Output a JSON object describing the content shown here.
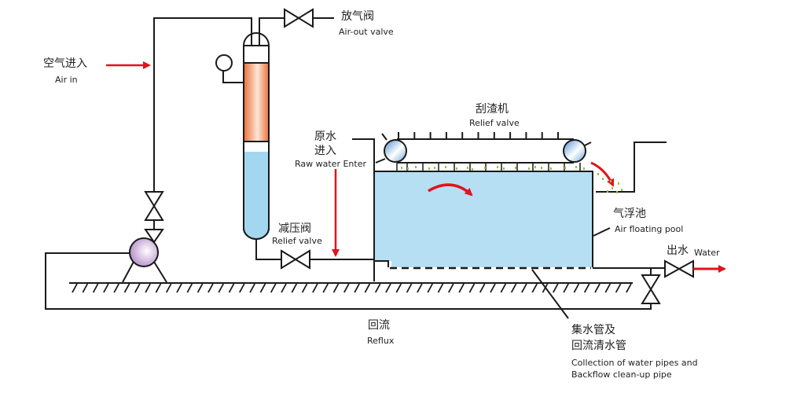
{
  "diagram": {
    "title": "Dissolved air flotation process",
    "colors": {
      "line": "#1a1a1a",
      "arrow": "#e0141c",
      "water": "#b7dff4",
      "tube_water": "#a3d7ef",
      "packing": "#e8703a",
      "pump": "#c9a8d8",
      "sludge": "#8dc63f"
    },
    "labels": {
      "air_in_zh": "空气进入",
      "air_in_en": "Air in",
      "air_out_zh": "放气阀",
      "air_out_en": "Air-out valve",
      "raw_water_zh_1": "原水",
      "raw_water_zh_2": "进入",
      "raw_water_en": "Raw water Enter",
      "scraper_zh": "刮渣机",
      "scraper_en": "Relief valve",
      "relief_zh": "减压阀",
      "relief_en": "Relief valve",
      "pool_zh": "气浮池",
      "pool_en": "Air floating pool",
      "outlet_zh": "出水",
      "outlet_en": "Water",
      "reflux_zh": "回流",
      "reflux_en": "Reflux",
      "collect_zh_1": "集水管及",
      "collect_zh_2": "回流清水管",
      "collect_en_1": "Collection of water pipes and",
      "collect_en_2": "Backflow clean-up pipe"
    },
    "components": [
      {
        "id": "air-inlet",
        "icon": "arrow-right-icon"
      },
      {
        "id": "air-out-valve",
        "icon": "gate-valve-icon"
      },
      {
        "id": "pressure-gauge",
        "icon": "gauge-icon"
      },
      {
        "id": "dissolved-air-tank",
        "icon": "tank-icon"
      },
      {
        "id": "circulation-pump",
        "icon": "pump-icon"
      },
      {
        "id": "relief-valve",
        "icon": "gate-valve-icon"
      },
      {
        "id": "scraper",
        "icon": "conveyor-icon"
      },
      {
        "id": "flotation-pool",
        "icon": "pool-icon"
      },
      {
        "id": "outlet-valve",
        "icon": "gate-valve-icon"
      },
      {
        "id": "reflux-valve",
        "icon": "gate-valve-icon"
      }
    ]
  }
}
